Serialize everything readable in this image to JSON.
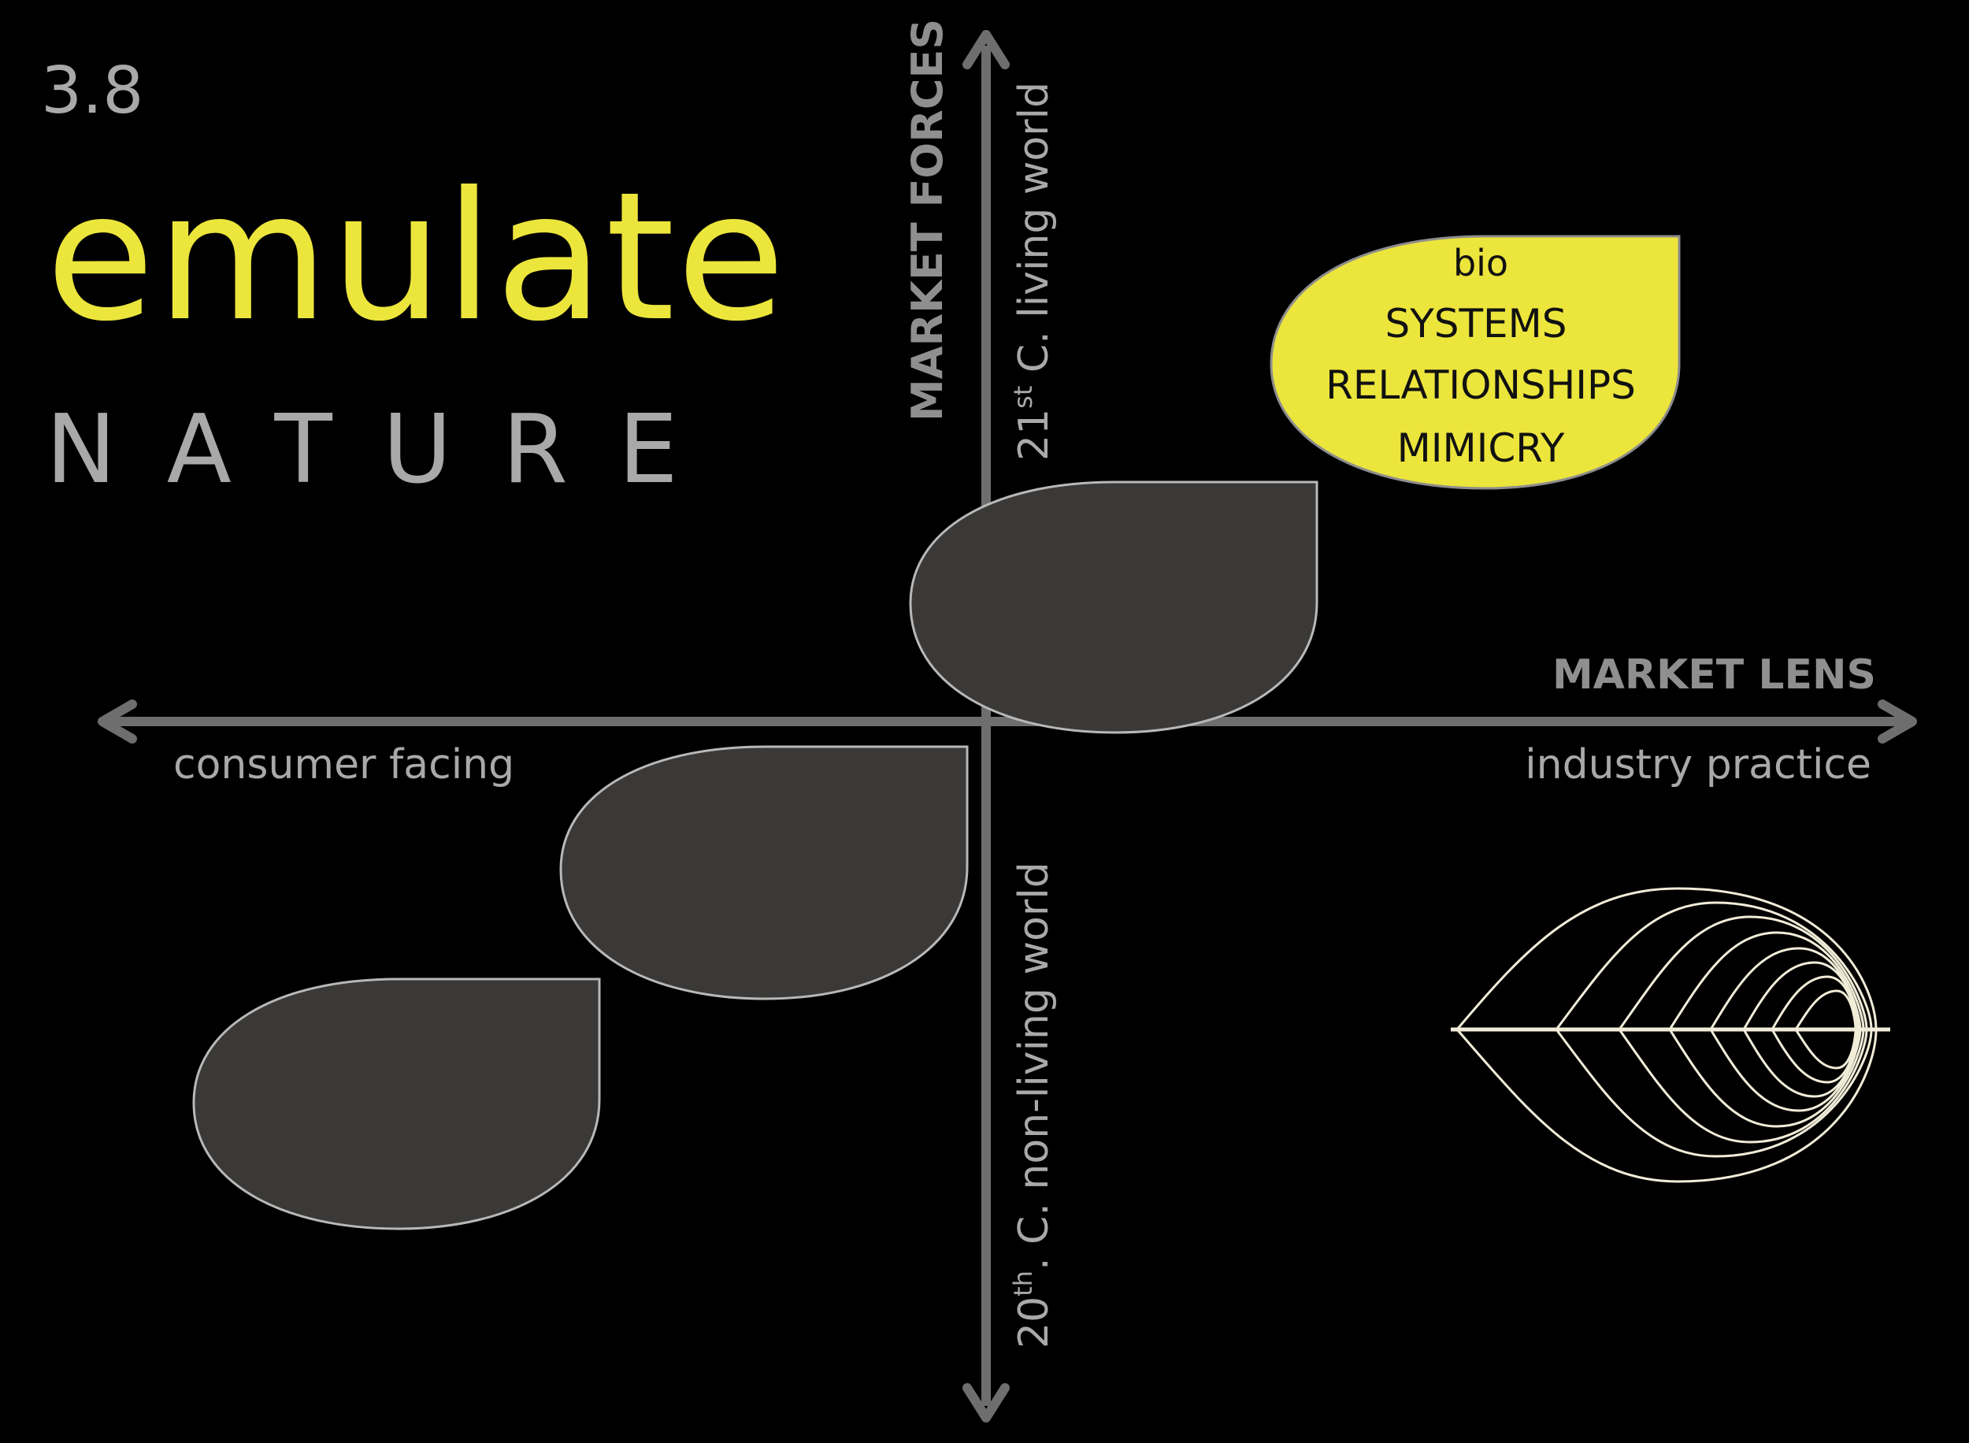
{
  "section_number": "3.8",
  "title": "emulate",
  "subtitle": "NATURE",
  "axes": {
    "vertical_title": "MARKET FORCES",
    "vertical_top_label": {
      "prefix": "21",
      "superscript": "st",
      "suffix": " C. living world"
    },
    "vertical_bottom_label": {
      "prefix": "20",
      "superscript": "th",
      "suffix": ". C. non-living world"
    },
    "horizontal_title": "MARKET LENS",
    "horizontal_left_label": "consumer facing",
    "horizontal_right_label": "industry practice"
  },
  "highlight_shape": {
    "lines": [
      "bio",
      "SYSTEMS",
      "RELATIONSHIPS",
      "MIMICRY"
    ]
  },
  "colors": {
    "background": "#000000",
    "accent_yellow": "#ece53c",
    "axis_gray": "#6e6e6e",
    "text_gray": "#a9a9a9",
    "shape_fill": "#3a3937",
    "shape_stroke": "#b8b8b8",
    "leaf_icon": "#f0ecd8"
  },
  "icons": [
    "arrow-up-icon",
    "arrow-down-icon",
    "arrow-left-icon",
    "arrow-right-icon",
    "leaf-layers-icon"
  ]
}
